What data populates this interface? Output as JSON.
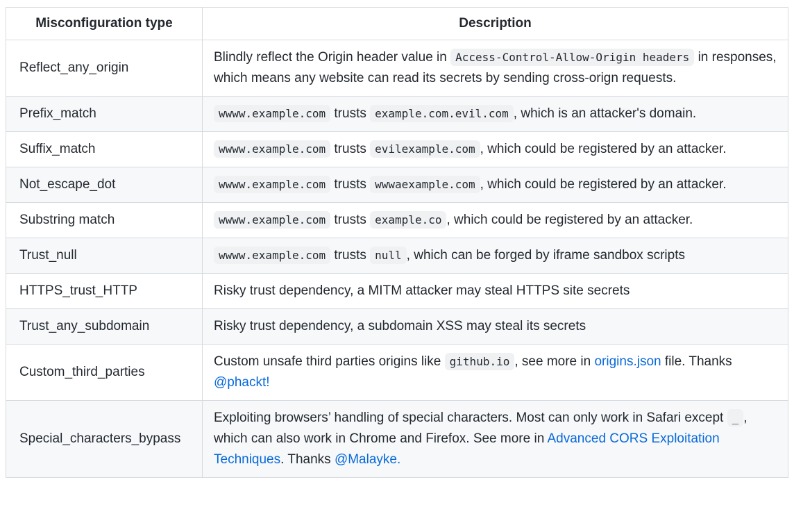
{
  "colors": {
    "text": "#24292f",
    "border": "#d5dade",
    "row_stripe": "#f6f8fa",
    "code_background": "#eff1f3",
    "link": "#0969da"
  },
  "table": {
    "headers": [
      "Misconfiguration type",
      "Description"
    ],
    "rows": [
      {
        "type": "Reflect_any_origin",
        "description": [
          {
            "kind": "text",
            "text": "Blindly reflect the Origin header value in "
          },
          {
            "kind": "code",
            "text": "Access-Control-Allow-Origin headers"
          },
          {
            "kind": "text",
            "text": " in responses, which means any website can read its secrets by sending cross-orign requests."
          }
        ]
      },
      {
        "type": "Prefix_match",
        "description": [
          {
            "kind": "code",
            "text": "wwww.example.com"
          },
          {
            "kind": "text",
            "text": " trusts "
          },
          {
            "kind": "code",
            "text": "example.com.evil.com"
          },
          {
            "kind": "text",
            "text": ", which is an attacker's domain."
          }
        ]
      },
      {
        "type": "Suffix_match",
        "description": [
          {
            "kind": "code",
            "text": "wwww.example.com"
          },
          {
            "kind": "text",
            "text": " trusts "
          },
          {
            "kind": "code",
            "text": "evilexample.com"
          },
          {
            "kind": "text",
            "text": ", which could be registered by an attacker."
          }
        ]
      },
      {
        "type": "Not_escape_dot",
        "description": [
          {
            "kind": "code",
            "text": "wwww.example.com"
          },
          {
            "kind": "text",
            "text": " trusts "
          },
          {
            "kind": "code",
            "text": "wwwaexample.com"
          },
          {
            "kind": "text",
            "text": ", which could be registered by an attacker."
          }
        ]
      },
      {
        "type": "Substring match",
        "description": [
          {
            "kind": "code",
            "text": "wwww.example.com"
          },
          {
            "kind": "text",
            "text": " trusts "
          },
          {
            "kind": "code",
            "text": "example.co"
          },
          {
            "kind": "text",
            "text": ", which could be registered by an attacker."
          }
        ]
      },
      {
        "type": "Trust_null",
        "description": [
          {
            "kind": "code",
            "text": "wwww.example.com"
          },
          {
            "kind": "text",
            "text": " trusts "
          },
          {
            "kind": "code",
            "text": "null"
          },
          {
            "kind": "text",
            "text": ", which can be forged by iframe sandbox scripts"
          }
        ]
      },
      {
        "type": "HTTPS_trust_HTTP",
        "description": [
          {
            "kind": "text",
            "text": "Risky trust dependency, a MITM attacker may steal HTTPS site secrets"
          }
        ]
      },
      {
        "type": "Trust_any_subdomain",
        "description": [
          {
            "kind": "text",
            "text": "Risky trust dependency, a subdomain XSS may steal its secrets"
          }
        ]
      },
      {
        "type": "Custom_third_parties",
        "description": [
          {
            "kind": "text",
            "text": "Custom unsafe third parties origins like "
          },
          {
            "kind": "code",
            "text": "github.io"
          },
          {
            "kind": "text",
            "text": ", see more in "
          },
          {
            "kind": "link",
            "text": "origins.json",
            "name": "origins-json-link"
          },
          {
            "kind": "text",
            "text": " file. Thanks "
          },
          {
            "kind": "link",
            "text": "@phackt!",
            "name": "phackt-link"
          }
        ]
      },
      {
        "type": "Special_characters_bypass",
        "description": [
          {
            "kind": "text",
            "text": "Exploiting browsers’ handling of special characters. Most can only work in Safari except "
          },
          {
            "kind": "code",
            "text": "_"
          },
          {
            "kind": "text",
            "text": ", which can also work in Chrome and Firefox. See more in "
          },
          {
            "kind": "link",
            "text": "Advanced CORS Exploitation Techniques",
            "name": "advanced-cors-exploitation-techniques-link"
          },
          {
            "kind": "text",
            "text": ". Thanks "
          },
          {
            "kind": "link",
            "text": "@Malayke.",
            "name": "malayke-link"
          }
        ]
      }
    ]
  }
}
